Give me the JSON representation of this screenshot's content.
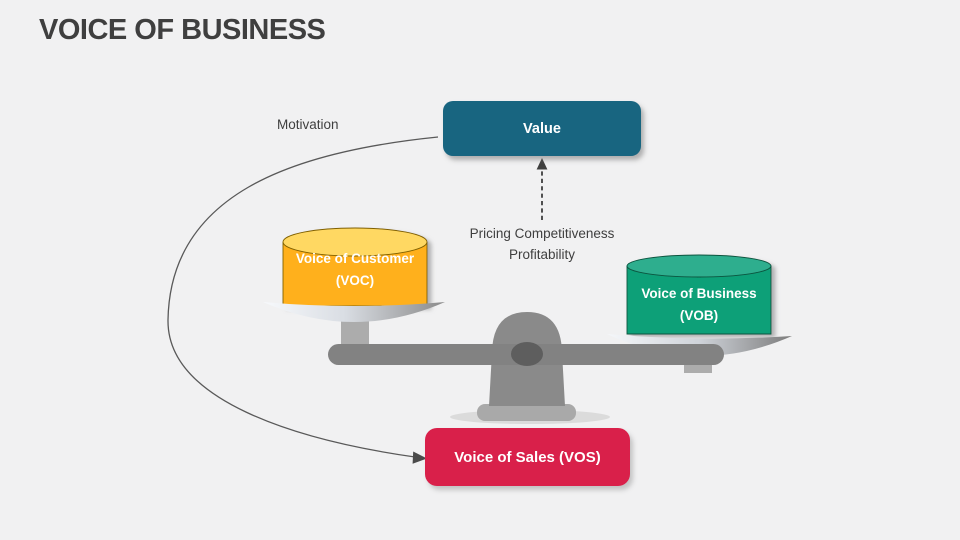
{
  "slide": {
    "title": "VOICE OF BUSINESS",
    "background_color": "#F1F1F2",
    "title_color": "#3F3F3F"
  },
  "labels": {
    "motivation": "Motivation",
    "pricing": "Pricing Competitiveness",
    "profitability": "Profitability"
  },
  "nodes": {
    "value": {
      "label": "Value",
      "color": "#186580"
    },
    "voice_of_customer": {
      "line1": "Voice of Customer",
      "line2": "(VOC)",
      "body_color": "#FFB01A",
      "top_color": "#FFD862"
    },
    "voice_of_business": {
      "line1": "Voice of Business",
      "line2": "(VOB)",
      "body_color": "#0FA078",
      "top_color": "#2EAE8E"
    },
    "voice_of_sales": {
      "label": "Voice of Sales (VOS)",
      "color": "#D9204A"
    }
  },
  "scale": {
    "beam_color": "#828282",
    "pedestal_color": "#8A8A8A",
    "pivot_color": "#5E5E5E",
    "base_color": "#A9A9A9",
    "arrow_color": "#595959"
  }
}
